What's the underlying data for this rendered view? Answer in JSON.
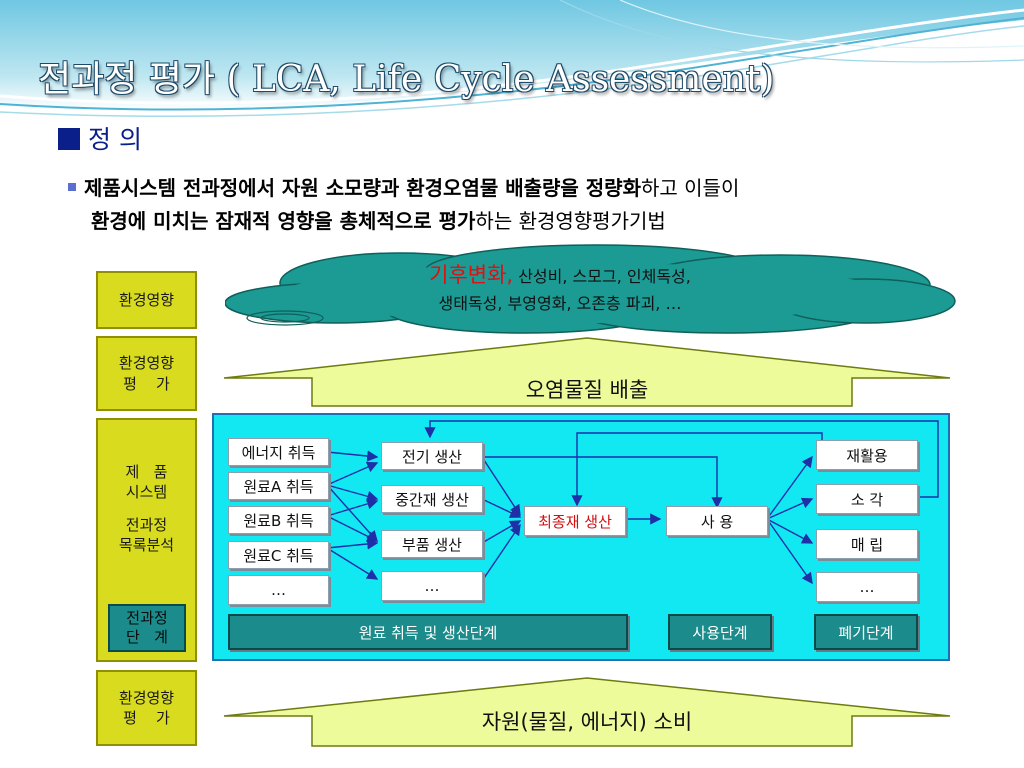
{
  "title": "전과정 평가 ( LCA, Life Cycle Assessment)",
  "section": {
    "heading": "정 의"
  },
  "definition": {
    "line1_bold": "제품시스템 전과정에서 자원 소모량과 환경오염물 배출량을 정량화",
    "line1_rest": "하고 이들이",
    "line2_bold": "환경에 미치는 잠재적 영향을 총체적으로 평가",
    "line2_rest": "하는 환경영향평가기법"
  },
  "left_column": [
    {
      "line1": "환경영향",
      "line2": ""
    },
    {
      "line1": "환경영향",
      "line2": "평    가"
    },
    {
      "line1": "제   품",
      "line2": "시스템",
      "line3": "전과정",
      "line4": "목록분석"
    },
    {
      "line1": "환경영향",
      "line2": "평    가"
    }
  ],
  "stage_label": {
    "line1": "전과정",
    "line2": "단   계"
  },
  "cloud": {
    "highlight": "기후변화,",
    "line1_rest": " 산성비, 스모그, 인체독성,",
    "line2": "생태독성, 부영영화, 오존층 파괴, …"
  },
  "arrows": {
    "top_label": "오염물질 배출",
    "bottom_label": "자원(물질, 에너지) 소비"
  },
  "inputs": [
    "에너지 취득",
    "원료A 취득",
    "원료B 취득",
    "원료C 취득",
    "…"
  ],
  "production": [
    "전기 생산",
    "중간재 생산",
    "부품 생산",
    "…"
  ],
  "final_production": "최종재 생산",
  "use": "사   용",
  "disposal": [
    "재활용",
    "소   각",
    "매   립",
    "…"
  ],
  "stages": [
    "원료 취득 및 생산단계",
    "사용단계",
    "폐기단계"
  ],
  "colors": {
    "heading": "#0b1f8a",
    "yellow_box": "#d9dc1e",
    "panel": "#11e8f2",
    "cloud": "#1c9a94",
    "stage_bar": "#1c8b8b",
    "highlight": "#e01010",
    "arrow_fill": "#eefb9a"
  }
}
